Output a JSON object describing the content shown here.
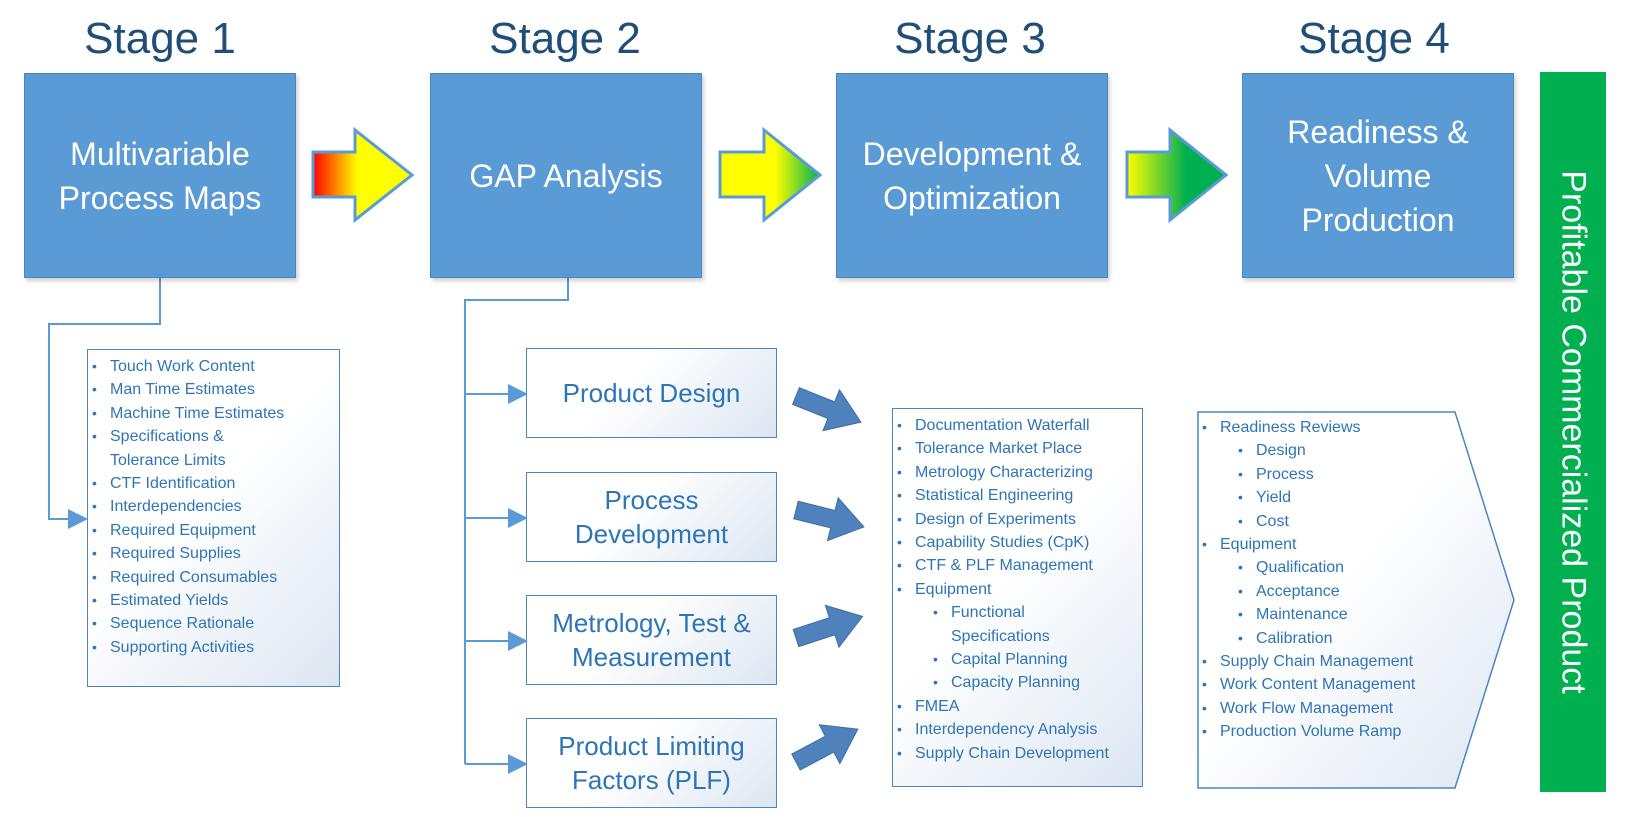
{
  "stages": [
    {
      "title": "Stage 1",
      "label": "Multivariable\nProcess Maps"
    },
    {
      "title": "Stage 2",
      "label": "GAP Analysis"
    },
    {
      "title": "Stage 3",
      "label": "Development &\nOptimization"
    },
    {
      "title": "Stage 4",
      "label": "Readiness &\nVolume\nProduction"
    }
  ],
  "outcome": "Profitable Commercialized Product",
  "stage1_list": [
    "Touch Work Content",
    "Man Time Estimates",
    "Machine Time Estimates",
    "Specifications &",
    "Tolerance Limits",
    "CTF Identification",
    "Interdependencies",
    "Required Equipment",
    "Required Supplies",
    "Required Consumables",
    "Estimated Yields",
    "Sequence Rationale",
    "Supporting Activities"
  ],
  "gap_items": [
    "Product Design",
    "Process\nDevelopment",
    "Metrology, Test &\nMeasurement",
    "Product Limiting\nFactors (PLF)"
  ],
  "stage3_list": [
    "Documentation Waterfall",
    "Tolerance Market Place",
    "Metrology Characterizing",
    "Statistical Engineering",
    "Design of Experiments",
    "Capability Studies (CpK)",
    "CTF & PLF Management",
    "Equipment",
    "Functional",
    "Specifications",
    "Capital Planning",
    "Capacity Planning",
    "FMEA",
    "Interdependency Analysis",
    "Supply Chain Development"
  ],
  "stage4_list": [
    "Readiness Reviews",
    "Design",
    "Process",
    "Yield",
    "Cost",
    "Equipment",
    "Qualification",
    "Acceptance",
    "Maintenance",
    "Calibration",
    "Supply Chain Management",
    "Work Content Management",
    "Work Flow Management",
    "Production Volume Ramp"
  ],
  "colors": {
    "stage_box": "#5b9bd5",
    "title_text": "#1f4e79",
    "list_text": "#2e75b6",
    "outcome_bar": "#00b050",
    "connector": "#5b9bd5",
    "block_arrow": "#4f81bd"
  }
}
